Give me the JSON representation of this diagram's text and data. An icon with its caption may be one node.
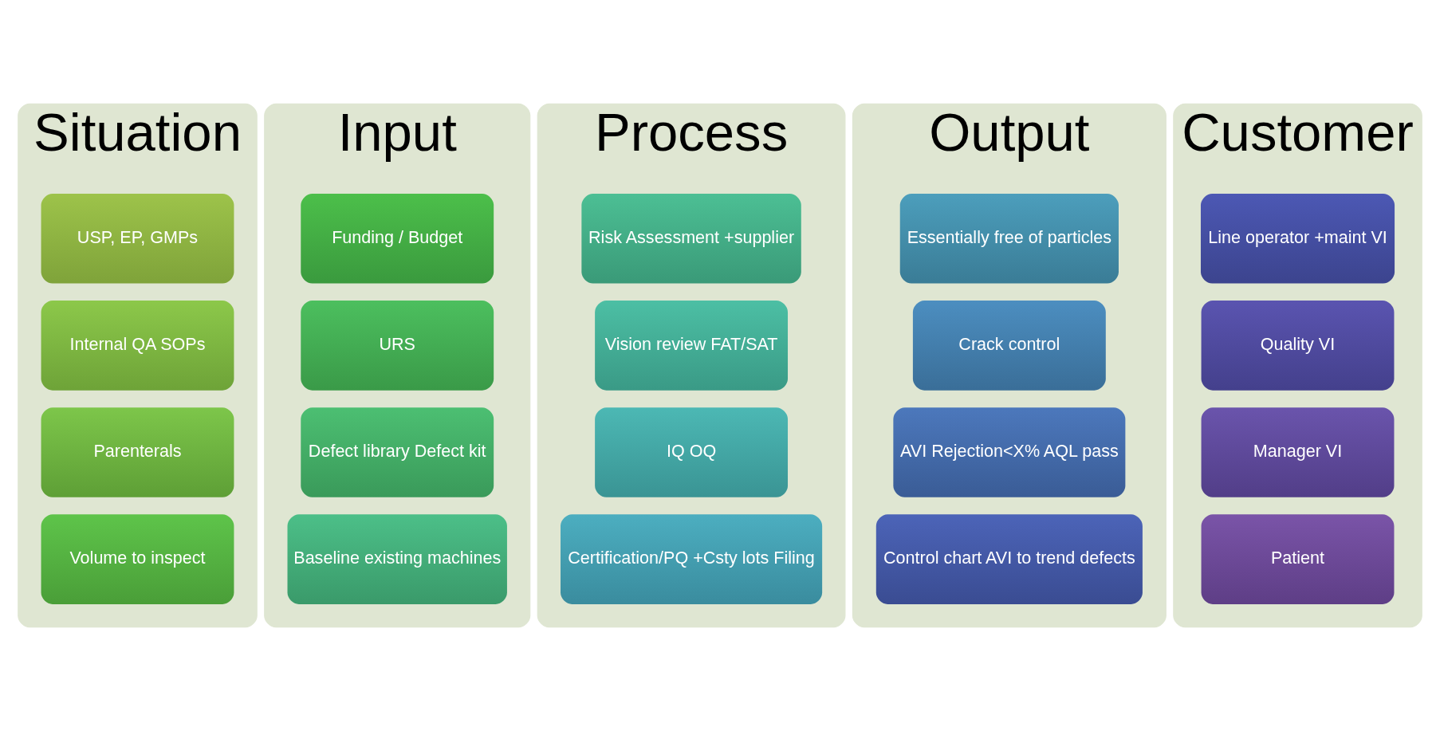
{
  "diagram": {
    "nodes": [
      {
        "text": [
          "Situation"
        ]
      },
      {
        "text": [
          "USP, EP, GMPs"
        ],
        "in": 0
      },
      {
        "text": [
          "Internal QA SOPs"
        ],
        "in": 0
      },
      {
        "text": [
          "Parenterals"
        ],
        "in": 0
      },
      {
        "text": [
          "Volume to inspect"
        ],
        "in": 0
      },
      {
        "text": [
          "Input"
        ]
      },
      {
        "text": [
          "Funding / Budget"
        ],
        "in": 5
      },
      {
        "text": [
          "URS"
        ],
        "in": 5
      },
      {
        "text": [
          "Defect library Defect kit"
        ],
        "in": 5
      },
      {
        "text": [
          "Baseline existing machines"
        ],
        "in": 5
      },
      {
        "text": [
          "Process"
        ]
      },
      {
        "text": [
          "Risk Assessment +supplier"
        ],
        "in": 10
      },
      {
        "text": [
          "Vision review FAT/SAT"
        ],
        "in": 10
      },
      {
        "text": [
          "IQ OQ"
        ],
        "in": 10
      },
      {
        "text": [
          "Certification/PQ +Csty lots Filing"
        ],
        "in": 10
      },
      {
        "text": [
          "Output"
        ]
      },
      {
        "text": [
          "Essentially free of particles"
        ],
        "in": 15
      },
      {
        "text": [
          "Crack control"
        ],
        "in": 15
      },
      {
        "text": [
          "AVI Rejection<X% AQL pass"
        ],
        "in": 15
      },
      {
        "text": [
          "Control chart AVI to trend defects"
        ],
        "in": 15
      },
      {
        "text": [
          "Customer"
        ]
      },
      {
        "text": [
          "Line operator +maint VI"
        ],
        "in": 20
      },
      {
        "text": [
          "Quality VI"
        ],
        "in": 20
      },
      {
        "text": [
          "Manager VI"
        ],
        "in": 20
      },
      {
        "text": [
          "Patient"
        ],
        "in": 20
      }
    ],
    "edges": []
  }
}
